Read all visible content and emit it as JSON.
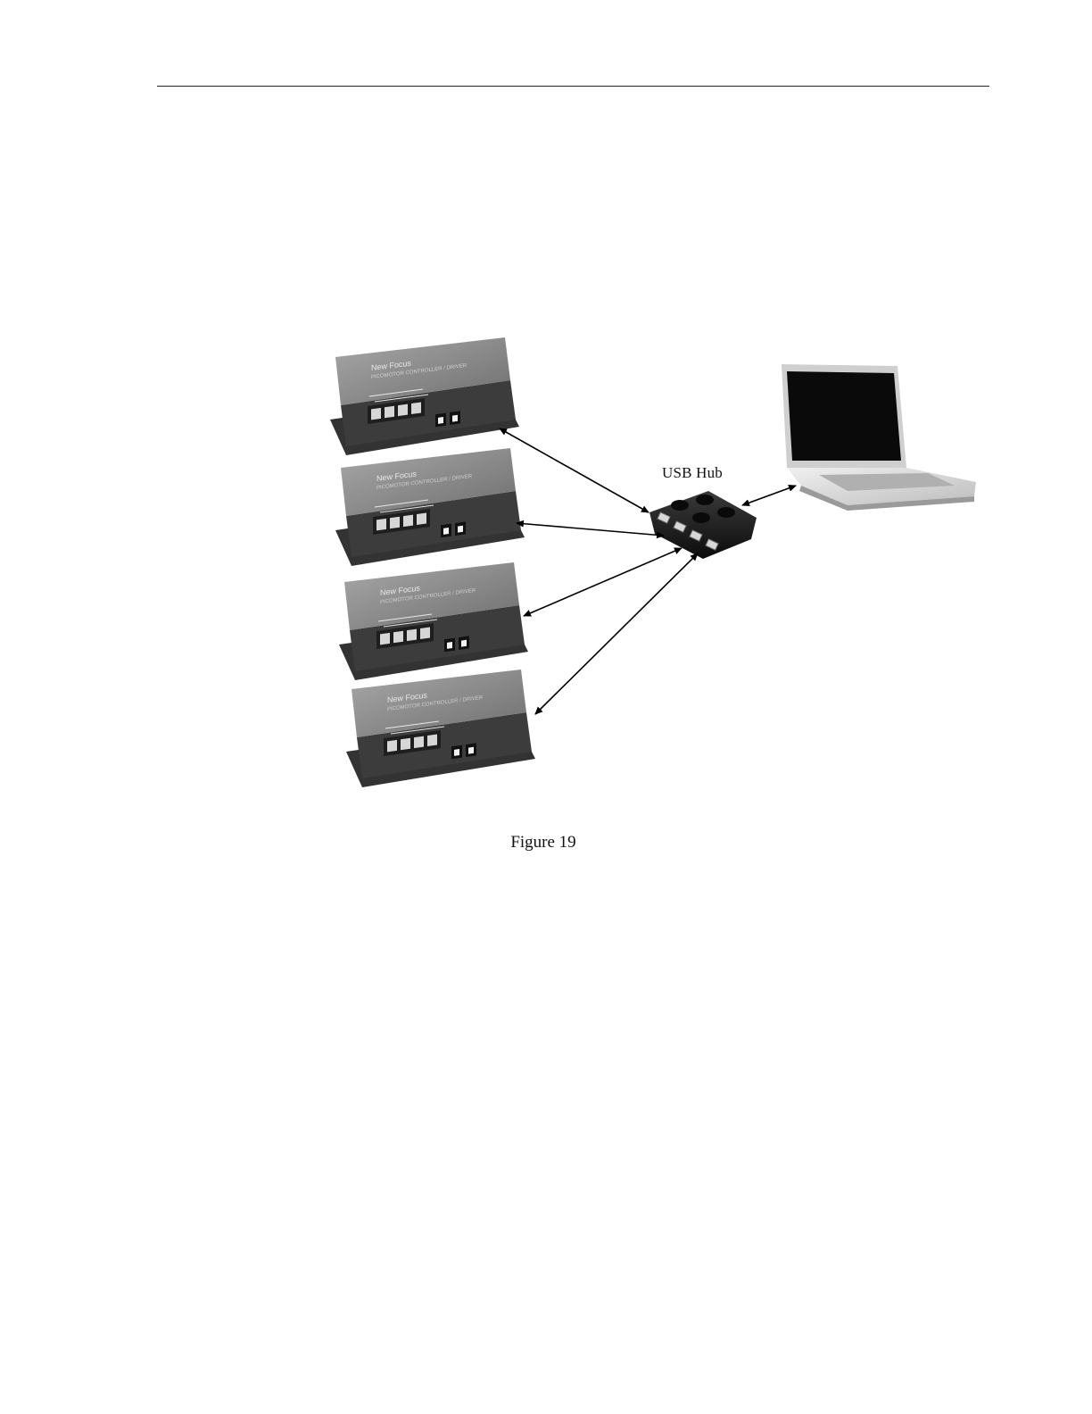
{
  "figure": {
    "hub_label": "USB Hub",
    "caption": "Figure 19"
  },
  "devices": [
    {
      "brand": "New Focus",
      "model": "PICOMOTOR CONTROLLER / DRIVER"
    },
    {
      "brand": "New Focus",
      "model": "PICOMOTOR CONTROLLER / DRIVER"
    },
    {
      "brand": "New Focus",
      "model": "PICOMOTOR CONTROLLER / DRIVER"
    },
    {
      "brand": "New Focus",
      "model": "PICOMOTOR CONTROLLER / DRIVER"
    }
  ],
  "icons": {
    "controller": "controller-device-icon",
    "hub": "usb-hub-icon",
    "laptop": "laptop-icon"
  },
  "colors": {
    "device_body": "#4a4a4a",
    "device_top": "#8c8c8c",
    "hub_body": "#1a1a1a",
    "laptop_body": "#d8d8d8",
    "laptop_screen": "#0a0a0a"
  }
}
